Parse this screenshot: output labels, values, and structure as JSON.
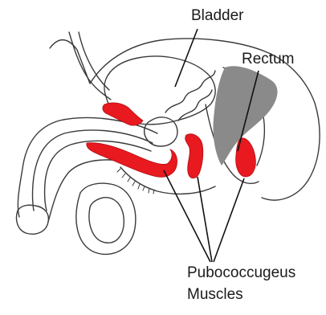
{
  "labels": {
    "bladder": "Bladder",
    "rectum": "Rectum",
    "muscles_line1": "Pubococcugeus",
    "muscles_line2": "Muscles"
  },
  "colors": {
    "muscle": "#e8191f",
    "rectum_fill": "#8a8a8a",
    "outline": "#3a3a3a",
    "pointer": "#111111",
    "background": "#ffffff"
  }
}
